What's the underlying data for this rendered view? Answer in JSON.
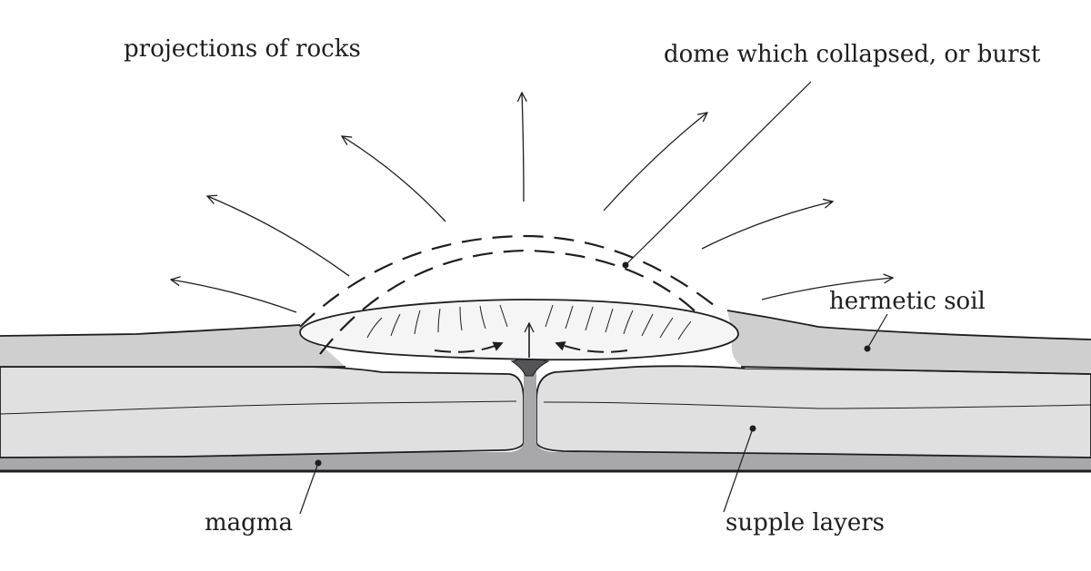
{
  "labels": {
    "projections": "projections of rocks",
    "dome": "dome which collapsed, or burst",
    "hermetic_soil": "hermetic soil",
    "magma": "magma",
    "supple_layers": "supple layers"
  },
  "colors": {
    "ink": "#1e1e1e",
    "magma": "#a8a8aa",
    "supple_layers": "#e0e0e0",
    "hermetic_soil": "#cfcfd0",
    "chamber": "#f5f5f5",
    "background": "#ffffff"
  }
}
